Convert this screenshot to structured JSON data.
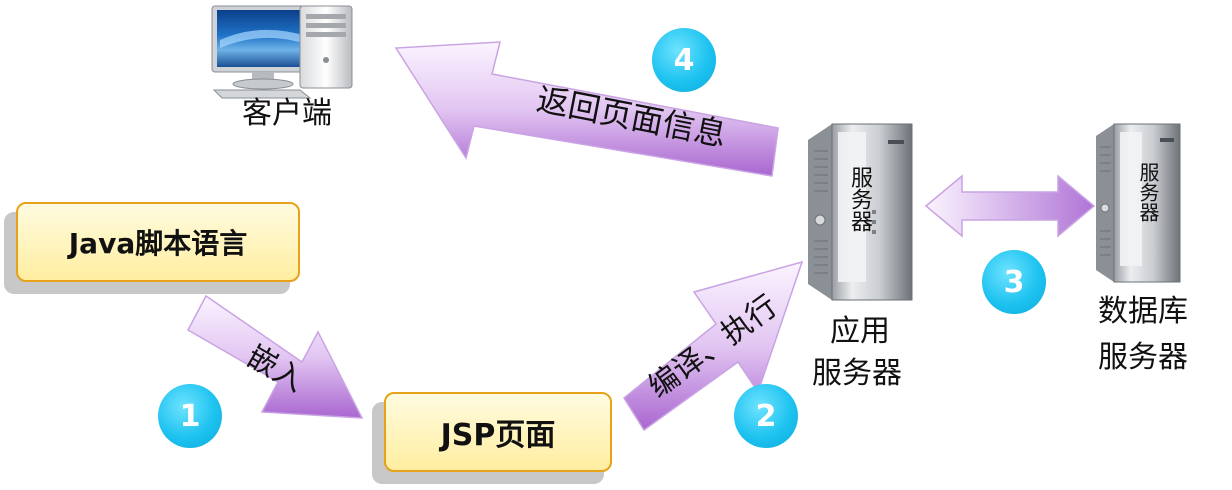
{
  "client": {
    "label": "客户端"
  },
  "app_server": {
    "label_line1": "应用",
    "label_line2": "服务器",
    "chassis_text": "服务器"
  },
  "db_server": {
    "label_line1": "数据库",
    "label_line2": "服务器",
    "chassis_text": "服务器"
  },
  "java_box": {
    "label": "Java脚本语言"
  },
  "jsp_box": {
    "label": "JSP页面"
  },
  "arrows": {
    "embed": {
      "label": "嵌入"
    },
    "compile": {
      "label": "编译、执行"
    },
    "return": {
      "label": "返回页面信息"
    }
  },
  "steps": [
    "1",
    "2",
    "3",
    "4"
  ],
  "colors": {
    "arrow_purple_light": "#f6ecff",
    "arrow_purple_dark": "#b478d8",
    "step_circle": "#1ec3f0",
    "box_border": "#e6a21a",
    "box_fill": "#fff2b8"
  }
}
